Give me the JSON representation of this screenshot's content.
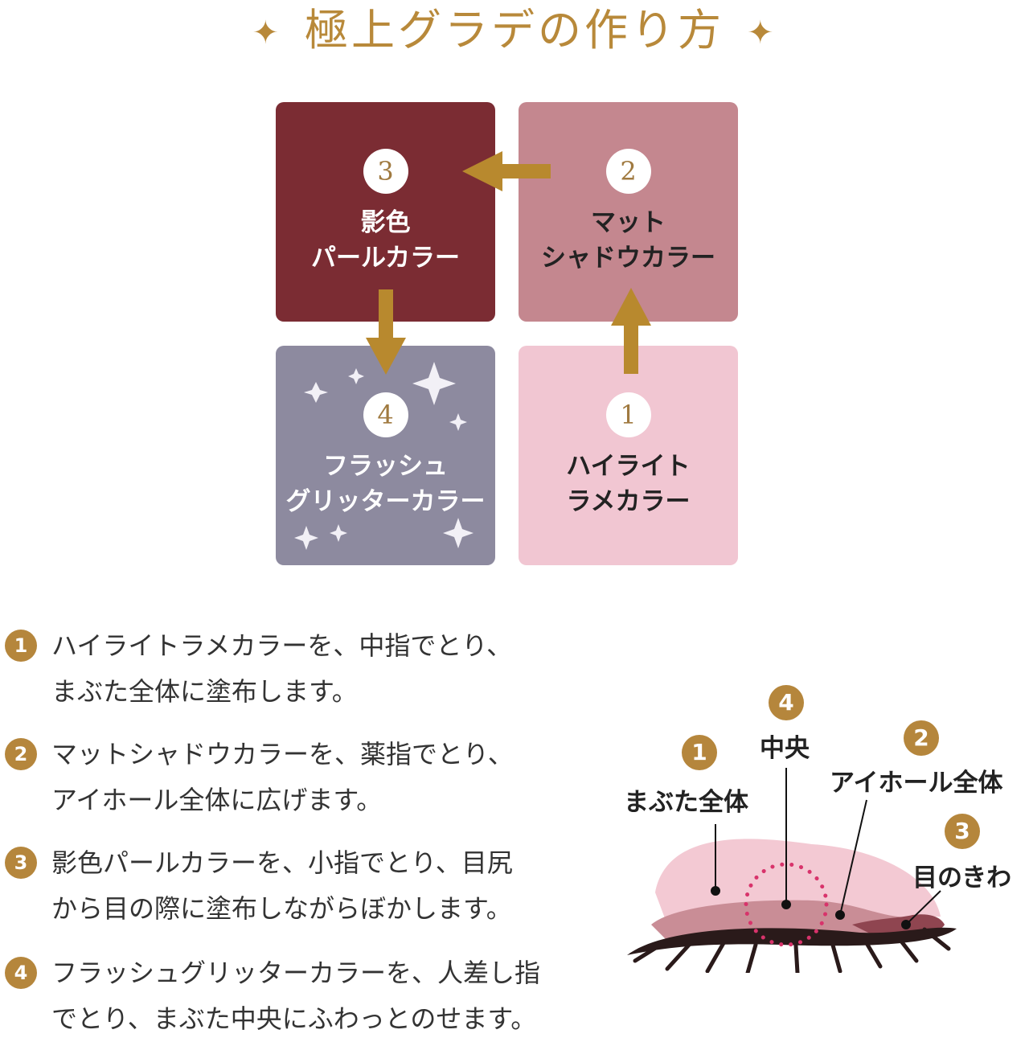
{
  "title": {
    "text": "極上グラデの作り方",
    "sparkle": "✦"
  },
  "boxes": [
    {
      "num": "1",
      "line1": "ハイライト",
      "line2": "ラメカラー",
      "color": "#f1c6d2"
    },
    {
      "num": "2",
      "line1": "マット",
      "line2": "シャドウカラー",
      "color": "#c4878f"
    },
    {
      "num": "3",
      "line1": "影色",
      "line2": "パールカラー",
      "color": "#7b2c33"
    },
    {
      "num": "4",
      "line1": "フラッシュ",
      "line2": "グリッターカラー",
      "color": "#8d8a9f"
    }
  ],
  "steps": [
    {
      "num": "1",
      "line1": "ハイライトラメカラーを、中指でとり、",
      "line2": "まぶた全体に塗布します。"
    },
    {
      "num": "2",
      "line1": "マットシャドウカラーを、薬指でとり、",
      "line2": "アイホール全体に広げます。"
    },
    {
      "num": "3",
      "line1": "影色パールカラーを、小指でとり、目尻",
      "line2": "から目の際に塗布しながらぼかします。"
    },
    {
      "num": "4",
      "line1": "フラッシュグリッターカラーを、人差し指",
      "line2": "でとり、まぶた中央にふわっとのせます。"
    }
  ],
  "eye": {
    "labels": [
      {
        "num": "1",
        "text": "まぶた全体"
      },
      {
        "num": "2",
        "text": "アイホール全体"
      },
      {
        "num": "3",
        "text": "目のきわ"
      },
      {
        "num": "4",
        "text": "中央"
      }
    ]
  },
  "colors": {
    "gold": "#b8893a"
  }
}
